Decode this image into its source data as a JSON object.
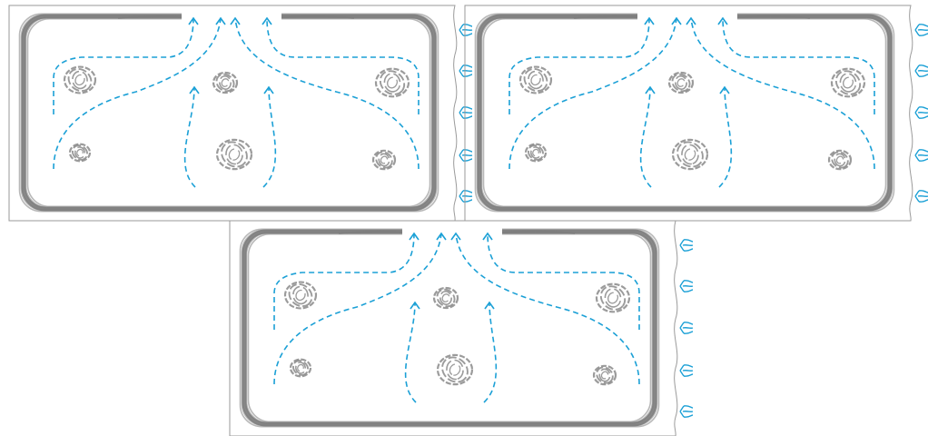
{
  "title": "",
  "panels": [
    {
      "id": "panel-1"
    },
    {
      "id": "panel-2"
    },
    {
      "id": "panel-3"
    }
  ],
  "colors": {
    "frame_border": "#9a9a9a",
    "wall_stroke": "#7d7d7d",
    "flow_arrow": "#1ba0d6",
    "vortex": "#8a8a8a",
    "nozzle": "#1ba0d6"
  },
  "icons": {
    "flow": "dashed-flow-arrow-icon",
    "vortex": "vortex-icon",
    "nozzle": "air-nozzle-icon"
  }
}
